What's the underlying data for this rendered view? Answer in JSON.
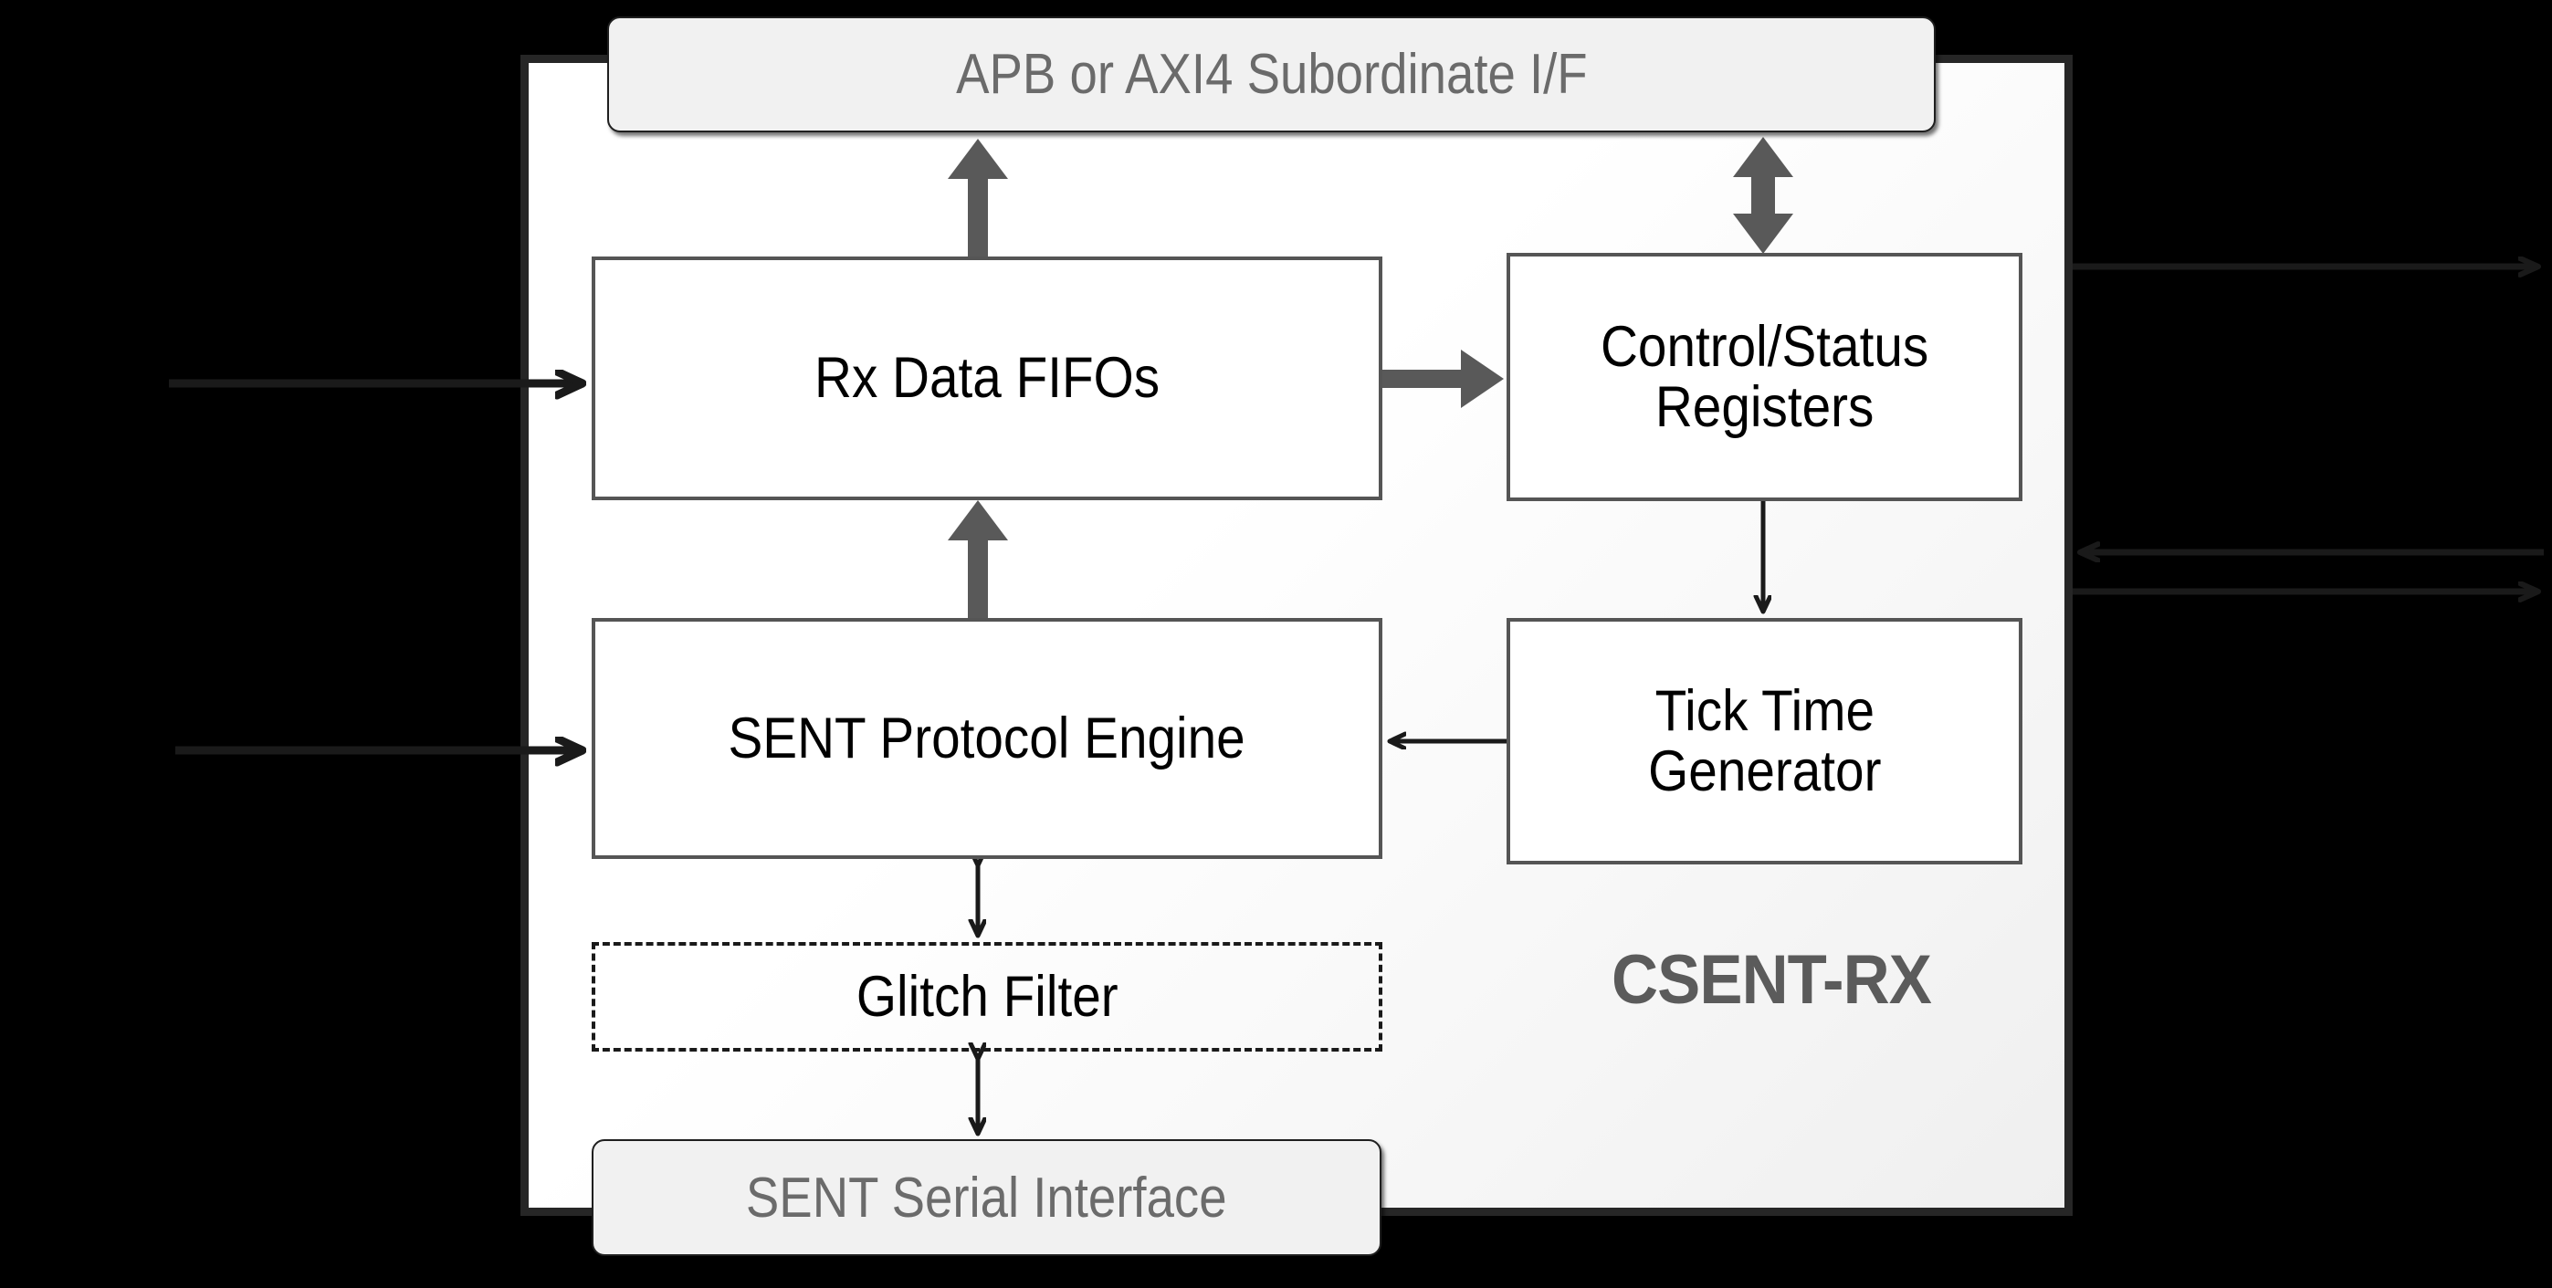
{
  "diagram": {
    "title": "CSENT-RX",
    "chip_label": "CSENT-RX",
    "colors": {
      "background": "#000000",
      "chip_fill": "#f7f7f7",
      "chip_border": "#262626",
      "interface_fill": "#f1f1f1",
      "interface_text": "#6b6b6b",
      "block_fill": "#ffffff",
      "block_border": "#555555",
      "block_text": "#000000",
      "thick_arrow": "#595959",
      "thin_arrow": "#1a1a1a",
      "chip_label_text": "#5b5b5b"
    },
    "interface_boxes": [
      {
        "id": "apb-axi4",
        "label": "APB or AXI4 Subordinate I/F"
      },
      {
        "id": "sent-serial",
        "label": "SENT Serial Interface"
      }
    ],
    "blocks": [
      {
        "id": "rx-fifos",
        "label": "Rx Data FIFOs",
        "style": "solid"
      },
      {
        "id": "ctrl-status",
        "label": "Control/Status\nRegisters",
        "line1": "Control/Status",
        "line2": "Registers",
        "style": "solid"
      },
      {
        "id": "sent-engine",
        "label": "SENT Protocol Engine",
        "style": "solid"
      },
      {
        "id": "tick-gen",
        "label": "Tick Time\nGenerator",
        "line1": "Tick Time",
        "line2": "Generator",
        "style": "solid"
      },
      {
        "id": "glitch-filter",
        "label": "Glitch Filter",
        "style": "dashed"
      }
    ],
    "connectors": [
      {
        "id": "fifos-to-apb",
        "from": "rx-fifos",
        "to": "apb-axi4",
        "kind": "thick-block",
        "direction": "up"
      },
      {
        "id": "apb-to-ctrl",
        "from": "apb-axi4",
        "to": "ctrl-status",
        "kind": "thick-block",
        "direction": "bidirectional-vertical"
      },
      {
        "id": "fifos-to-ctrl",
        "from": "rx-fifos",
        "to": "ctrl-status",
        "kind": "thick-block",
        "direction": "right"
      },
      {
        "id": "engine-to-fifos",
        "from": "sent-engine",
        "to": "rx-fifos",
        "kind": "thick-block",
        "direction": "up"
      },
      {
        "id": "ctrl-to-tick",
        "from": "ctrl-status",
        "to": "tick-gen",
        "kind": "thin-line",
        "direction": "down"
      },
      {
        "id": "tick-to-engine",
        "from": "tick-gen",
        "to": "sent-engine",
        "kind": "thin-line",
        "direction": "left"
      },
      {
        "id": "engine-to-glitch",
        "from": "sent-engine",
        "to": "glitch-filter",
        "kind": "thin-line",
        "direction": "bidirectional-vertical"
      },
      {
        "id": "glitch-to-serial",
        "from": "glitch-filter",
        "to": "sent-serial",
        "kind": "thin-line",
        "direction": "bidirectional-vertical"
      },
      {
        "id": "ext-in-fifos",
        "from": "external",
        "to": "rx-fifos",
        "kind": "thin-line",
        "direction": "right"
      },
      {
        "id": "ext-in-engine",
        "from": "external",
        "to": "sent-engine",
        "kind": "thin-line",
        "direction": "right"
      },
      {
        "id": "ext-out-top",
        "from": "chip",
        "to": "external",
        "kind": "thin-line",
        "direction": "right"
      },
      {
        "id": "ext-in-mid",
        "from": "external",
        "to": "chip",
        "kind": "thin-line",
        "direction": "left"
      },
      {
        "id": "ext-out-bottom",
        "from": "chip",
        "to": "external",
        "kind": "thin-line",
        "direction": "right"
      }
    ]
  }
}
